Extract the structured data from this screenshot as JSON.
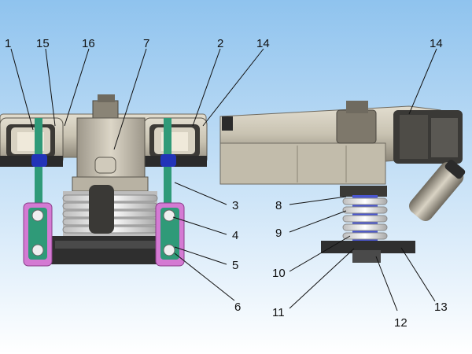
{
  "labels": {
    "l1": "1",
    "l15": "15",
    "l16": "16",
    "l7": "7",
    "l2": "2",
    "l14a": "14",
    "l14b": "14",
    "l3": "3",
    "l4": "4",
    "l5": "5",
    "l6": "6",
    "l8": "8",
    "l9": "9",
    "l10": "10",
    "l11": "11",
    "l12": "12",
    "l13": "13"
  },
  "colors": {
    "bg_top": "#8fc3ee",
    "bg_bottom": "#ffffff",
    "frame": "#cdc7b7",
    "frame_dark": "#6f6a5f",
    "dark": "#2b2b2b",
    "link_green": "#2f9a78",
    "clamp_blue": "#2234b8",
    "pad_pink": "#d47ad3",
    "spring_white": "#f4f4f4",
    "spring_blue": "#4a56d0"
  }
}
